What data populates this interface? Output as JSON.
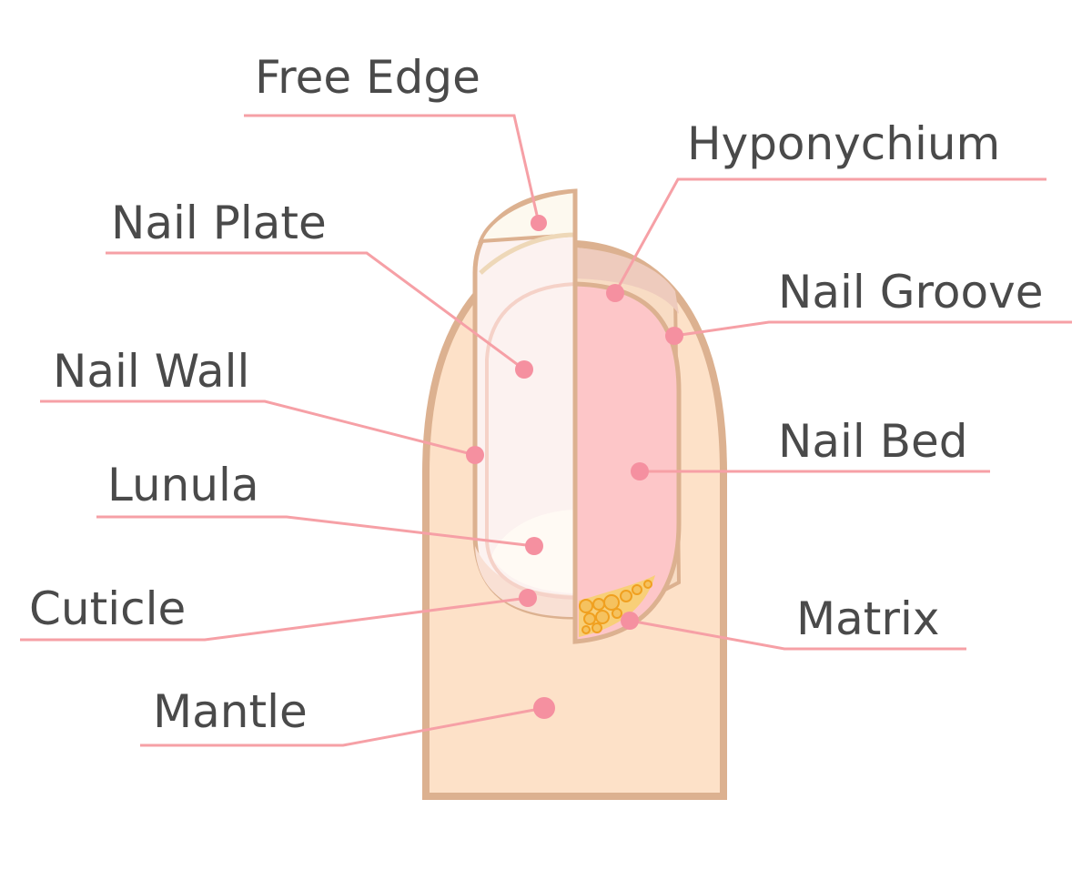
{
  "colors": {
    "finger_fill": "#fde1c8",
    "finger_stroke": "#dcb190",
    "plate_fill": "#fcf2f0",
    "bed_fill": "#fdc6c8",
    "free_edge_fill": "#fdf9ef",
    "hyponychium_fill": "#eecbbd",
    "lunula_fill": "#fffaf4",
    "matrix_fill": "#f5c25f",
    "matrix_stroke": "#f0a020",
    "leader": "#f6a0a6",
    "marker": "#f590a0",
    "text": "#4a4a4a"
  },
  "labels": {
    "free_edge": "Free Edge",
    "hyponychium": "Hyponychium",
    "nail_plate": "Nail Plate",
    "nail_groove": "Nail Groove",
    "nail_wall": "Nail Wall",
    "nail_bed": "Nail Bed",
    "lunula": "Lunula",
    "cuticle": "Cuticle",
    "matrix": "Matrix",
    "mantle": "Mantle"
  }
}
